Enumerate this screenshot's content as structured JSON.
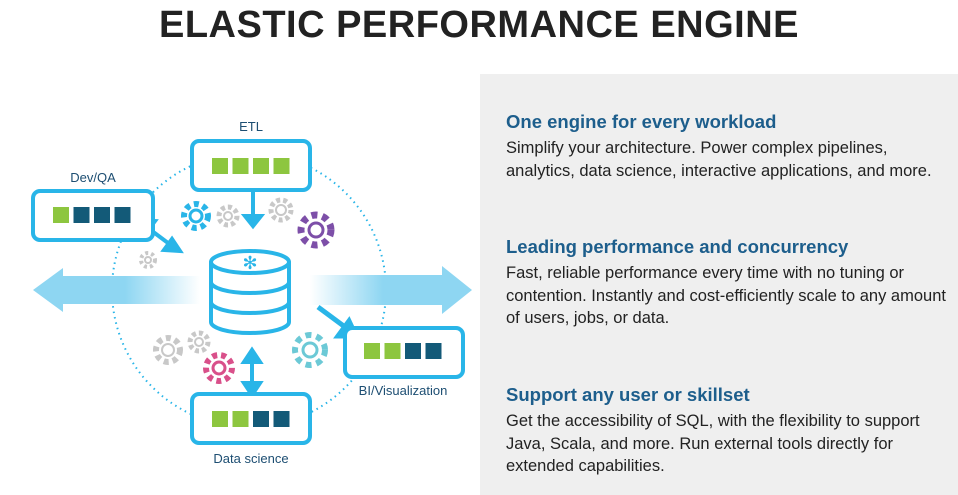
{
  "title": "ELASTIC PERFORMANCE ENGINE",
  "diagram": {
    "workloads": [
      {
        "label": "ETL",
        "blocks": [
          "green",
          "green",
          "green",
          "green"
        ]
      },
      {
        "label": "Dev/QA",
        "blocks": [
          "green",
          "navy",
          "navy",
          "navy"
        ]
      },
      {
        "label": "BI/Visualization",
        "blocks": [
          "green",
          "green",
          "navy",
          "navy"
        ]
      },
      {
        "label": "Data science",
        "blocks": [
          "green",
          "green",
          "navy",
          "navy"
        ]
      }
    ],
    "colors": {
      "green": "#8dc63f",
      "navy": "#135a78",
      "blue": "#29b5e8",
      "purple": "#7d4fa8",
      "pink": "#d9508a",
      "teal": "#6cc9d6",
      "gray": "#c8c8c8"
    }
  },
  "sections": [
    {
      "heading": "One engine for every workload",
      "body": "Simplify your architecture. Power complex pipelines, analytics, data science, interactive applications, and more."
    },
    {
      "heading": "Leading performance and concurrency",
      "body": "Fast, reliable performance every time with no tuning or contention. Instantly and cost-efficiently scale to any amount of users, jobs, or data."
    },
    {
      "heading": "Support any user or skillset",
      "body": "Get the accessibility of SQL, with the flexibility to support Java, Scala, and more. Run external tools directly for extended capabilities."
    }
  ]
}
